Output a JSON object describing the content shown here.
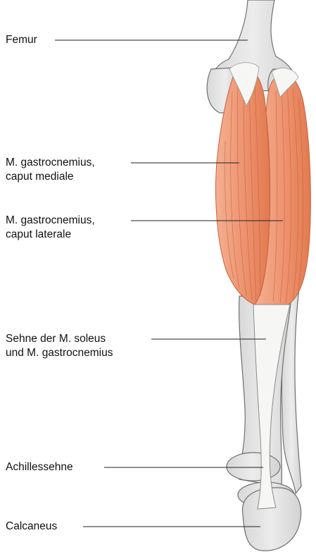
{
  "labels": {
    "femur": "Femur",
    "gastro_medial": [
      "M. gastrocnemius,",
      "caput mediale"
    ],
    "gastro_lateral": [
      "M. gastrocnemius,",
      "caput laterale"
    ],
    "tendon": [
      "Sehne der M. soleus",
      "und M. gastrocnemius"
    ],
    "achilles": "Achillessehne",
    "calcaneus": "Calcaneus"
  },
  "colors": {
    "bone": "#e3e3e3",
    "bone_outline": "#707070",
    "muscle": "#ee9470",
    "muscle_dark": "#d9693f",
    "tendon": "#f6f6f4",
    "leader_line": "#222222"
  }
}
